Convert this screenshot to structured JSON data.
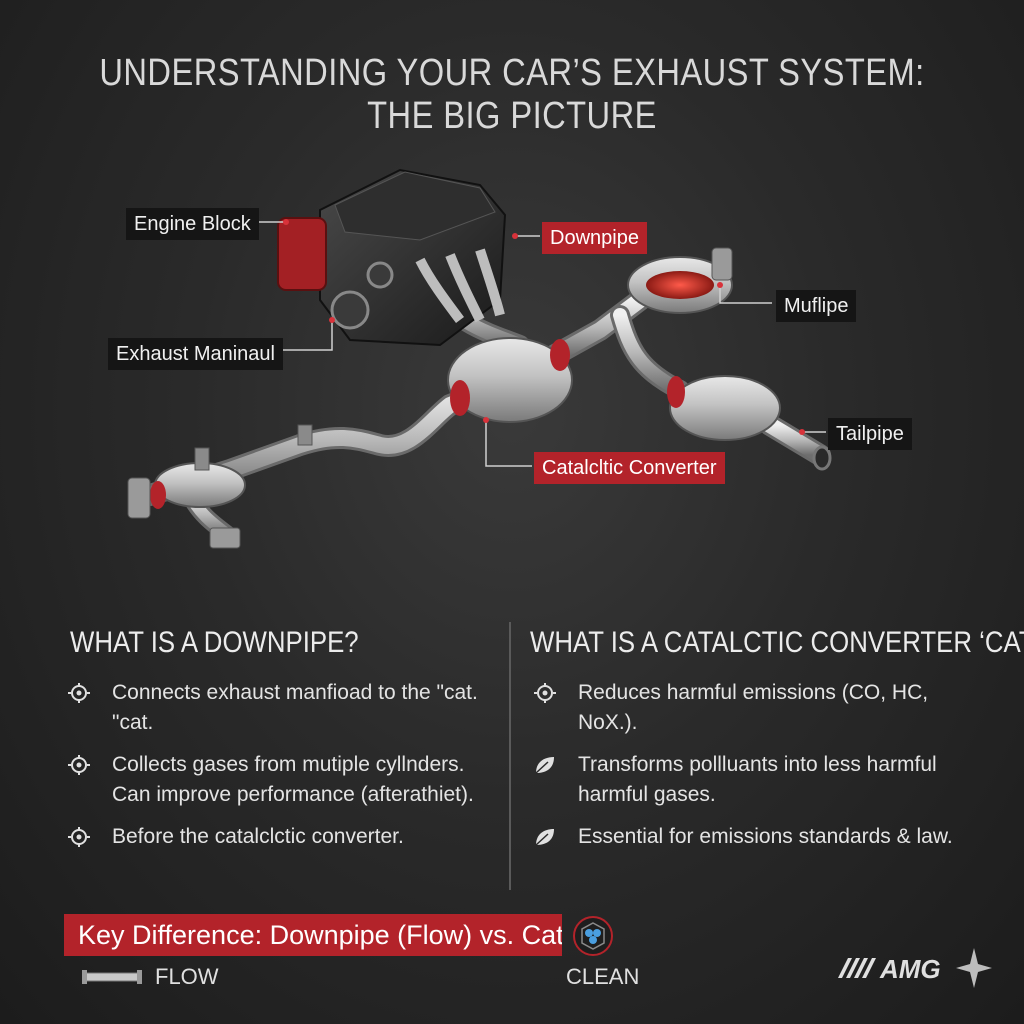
{
  "title": "UNDERSTANDING YOUR CAR’S EXHAUST SYSTEM: THE BIG PICTURE",
  "callouts": {
    "engine_block": "Engine Block",
    "downpipe": "Downpipe",
    "muffler": "Muflipe",
    "exhaust_manifold": "Exhaust Maninaul",
    "tailpipe": "Tailpipe",
    "catalytic_converter": "Catalcltic Converter"
  },
  "left_section": {
    "heading": "WHAT IS A DOWNPIPE?",
    "points": [
      {
        "icon": "gear-icon",
        "text": "Connects exhaust manfioad to the \"cat. \"cat."
      },
      {
        "icon": "gear-icon",
        "text": "Collects gases from mutiple cyllnders. Can improve performance (afterathiet)."
      },
      {
        "icon": "gear-icon",
        "text": "Before the catalclctic converter."
      }
    ]
  },
  "right_section": {
    "heading": "WHAT IS A CATALCTIC CONVERTER ‘CAT’?",
    "points": [
      {
        "icon": "gear-icon",
        "text": "Reduces harmful emissions (CO, HC, NoX.)."
      },
      {
        "icon": "leaf-icon",
        "text": "Transforms pollluants into less harmful harmful gases."
      },
      {
        "icon": "leaf-icon",
        "text": "Essential for emissions standards & law."
      }
    ]
  },
  "key_difference": "Key Difference: Downpipe (Flow) vs. Cat (Clean",
  "legend": {
    "flow": "FLOW",
    "clean": "CLEAN"
  },
  "logo_text": "AMG",
  "colors": {
    "accent_red": "#b3232a",
    "background": "#2a2a2a",
    "pipe": "#c9c9c9"
  }
}
